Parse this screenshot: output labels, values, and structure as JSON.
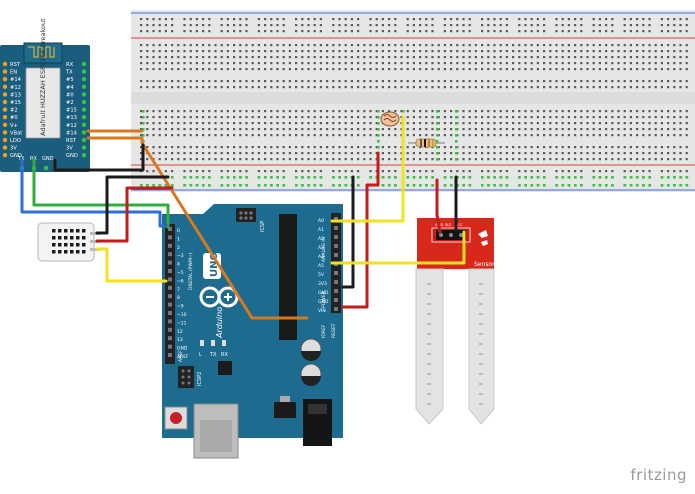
{
  "watermark": "fritzing",
  "esp_module": {
    "silkscreen": "Adafruit HUZZAH ESP8266 Breakout",
    "left_pins": [
      "RST",
      "EN",
      "#14",
      "#12",
      "#13",
      "#15",
      "#2",
      "#0",
      "V+",
      "VBat",
      "LDO",
      "3V",
      "GND"
    ],
    "right_pins": [
      "RX",
      "TX",
      "#5",
      "#4",
      "#0",
      "#2",
      "#15",
      "#13",
      "#12",
      "#14",
      "RST",
      "3V",
      "GND"
    ],
    "bottom_pins": [
      "TX",
      "RX",
      "GND"
    ]
  },
  "arduino": {
    "model": "UNO",
    "brand": "Arduino",
    "icsp": "ICSP",
    "icsp2": "ICSP2",
    "digital_label": "DIGITAL (PWM~)",
    "analog_label": "ANALOG IN",
    "power_label": "POWER",
    "ioref": "IOREF",
    "reset_btn": "RESET",
    "aref": "AREF",
    "led_labels": [
      "L",
      "TX",
      "RX"
    ],
    "analog_pins": [
      "A0",
      "A1",
      "A2",
      "A3",
      "A4",
      "A5"
    ],
    "power_pins": [
      "5V",
      "3V3",
      "GND",
      "GND",
      "VIN"
    ],
    "digital_pins": [
      "0",
      "1",
      "2",
      "~3",
      "4",
      "~5",
      "~6",
      "7",
      "8",
      "~9",
      "~10",
      "~11",
      "12",
      "13",
      "GND",
      "AREF"
    ]
  },
  "soil_sensor": {
    "label": "Sensor",
    "pins": [
      "GND",
      "SIG",
      "VCC"
    ]
  },
  "colors": {
    "wire_orange": "#d8791e",
    "wire_yellow": "#f2e221",
    "wire_black": "#1b1b1b",
    "wire_red": "#c41c1c",
    "wire_green": "#2fae3b",
    "wire_blue": "#2d6fd4",
    "arduino_board": "#1d6b8f",
    "esp_board": "#1b5d7c",
    "sensor_board": "#d8281a",
    "breadboard": "#e5e5e5"
  }
}
